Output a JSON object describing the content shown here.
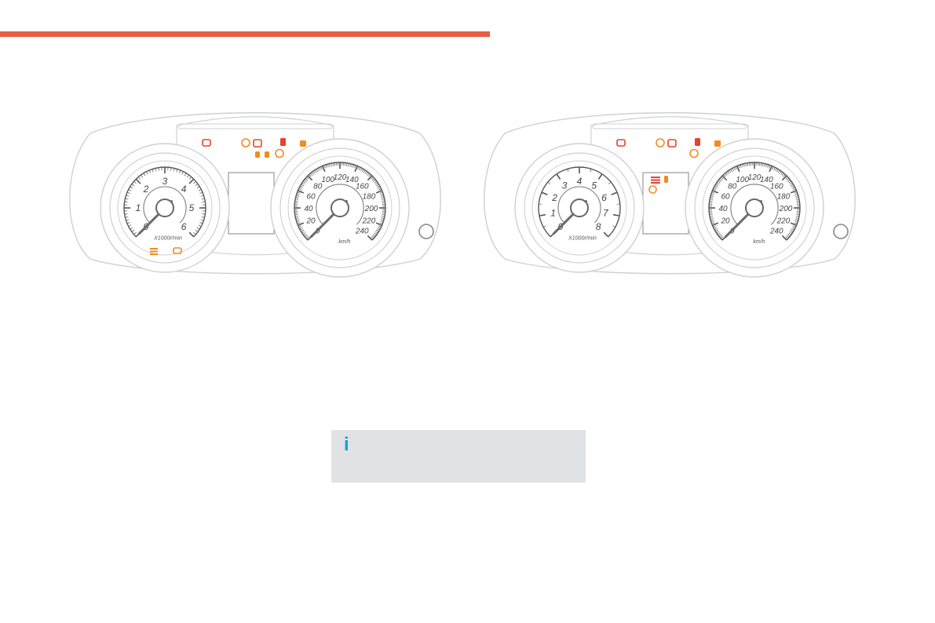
{
  "colors": {
    "accent_bar": "#e85c45",
    "warning_orange": "#f28c1e",
    "warning_red": "#e8412c",
    "info_blue": "#1a9bd7",
    "outline": "#cfd0d2",
    "needle": "#6b6b6b"
  },
  "clusters": [
    {
      "name": "cluster-1",
      "tachometer": {
        "ticks": [
          "0",
          "1",
          "2",
          "3",
          "4",
          "5",
          "6"
        ],
        "unit": "X1000r/min",
        "needle_value": 0
      },
      "speedometer": {
        "ticks": [
          "0",
          "20",
          "40",
          "60",
          "80",
          "100",
          "120",
          "140",
          "160",
          "180",
          "200",
          "220",
          "240"
        ],
        "unit": "km/h",
        "needle_value": 0
      },
      "warning_icons": [
        "battery-icon",
        "tyre-pressure-icon",
        "brake-icon",
        "oil-icon",
        "seatbelt-icon",
        "fuel-icon",
        "engine-check-icon",
        "airbag-off-icon"
      ],
      "lower_icons": [
        "glow-plug-icon",
        "preheat-icon"
      ],
      "display_icons": []
    },
    {
      "name": "cluster-2",
      "tachometer": {
        "ticks": [
          "0",
          "1",
          "2",
          "3",
          "4",
          "5",
          "6",
          "7",
          "8"
        ],
        "unit": "X1000r/min",
        "needle_value": 0
      },
      "speedometer": {
        "ticks": [
          "0",
          "20",
          "40",
          "60",
          "80",
          "100",
          "120",
          "140",
          "160",
          "180",
          "200",
          "220",
          "240"
        ],
        "unit": "km/h",
        "needle_value": 0
      },
      "warning_icons": [
        "battery-icon",
        "tyre-pressure-icon",
        "brake-icon",
        "oil-icon",
        "seatbelt-icon",
        "engine-check-icon",
        "airbag-off-icon"
      ],
      "lower_icons": [],
      "display_icons": [
        "oil-pressure-icon",
        "fuel-filter-icon",
        "service-icon"
      ]
    }
  ],
  "info": {
    "icon": "i",
    "icon_name": "info-icon"
  }
}
